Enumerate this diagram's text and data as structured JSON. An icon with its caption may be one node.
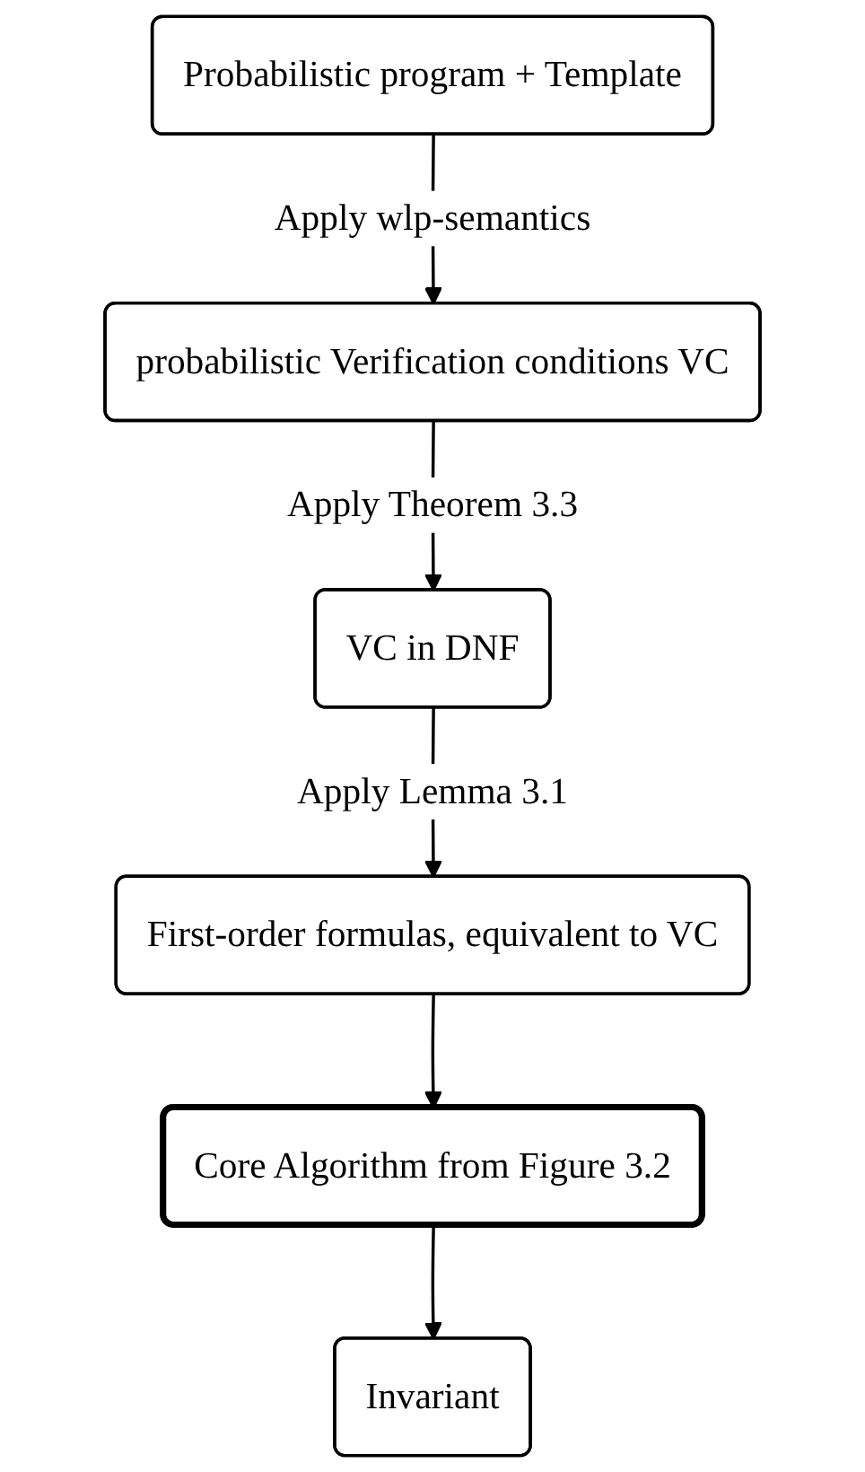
{
  "diagram": {
    "nodes": [
      {
        "text": [
          "Probabilistic program + Template"
        ]
      },
      {
        "text": [
          "probabilistic Verification conditions VC"
        ]
      },
      {
        "text": [
          "VC in DNF"
        ]
      },
      {
        "text": [
          "First-order formulas, equivalent to VC"
        ]
      },
      {
        "text": [
          "Core Algorithm from Figure 3.2"
        ]
      },
      {
        "text": [
          "Invariant"
        ]
      }
    ],
    "edges": [
      {
        "from": 0,
        "to": 1,
        "arrow": "to",
        "label": "Apply wlp-semantics"
      },
      {
        "from": 1,
        "to": 2,
        "arrow": "to",
        "label": "Apply Theorem 3.3"
      },
      {
        "from": 2,
        "to": 3,
        "arrow": "to",
        "label": "Apply Lemma 3.1"
      },
      {
        "from": 3,
        "to": 4,
        "arrow": "to"
      },
      {
        "from": 4,
        "to": 5,
        "arrow": "to"
      }
    ]
  }
}
